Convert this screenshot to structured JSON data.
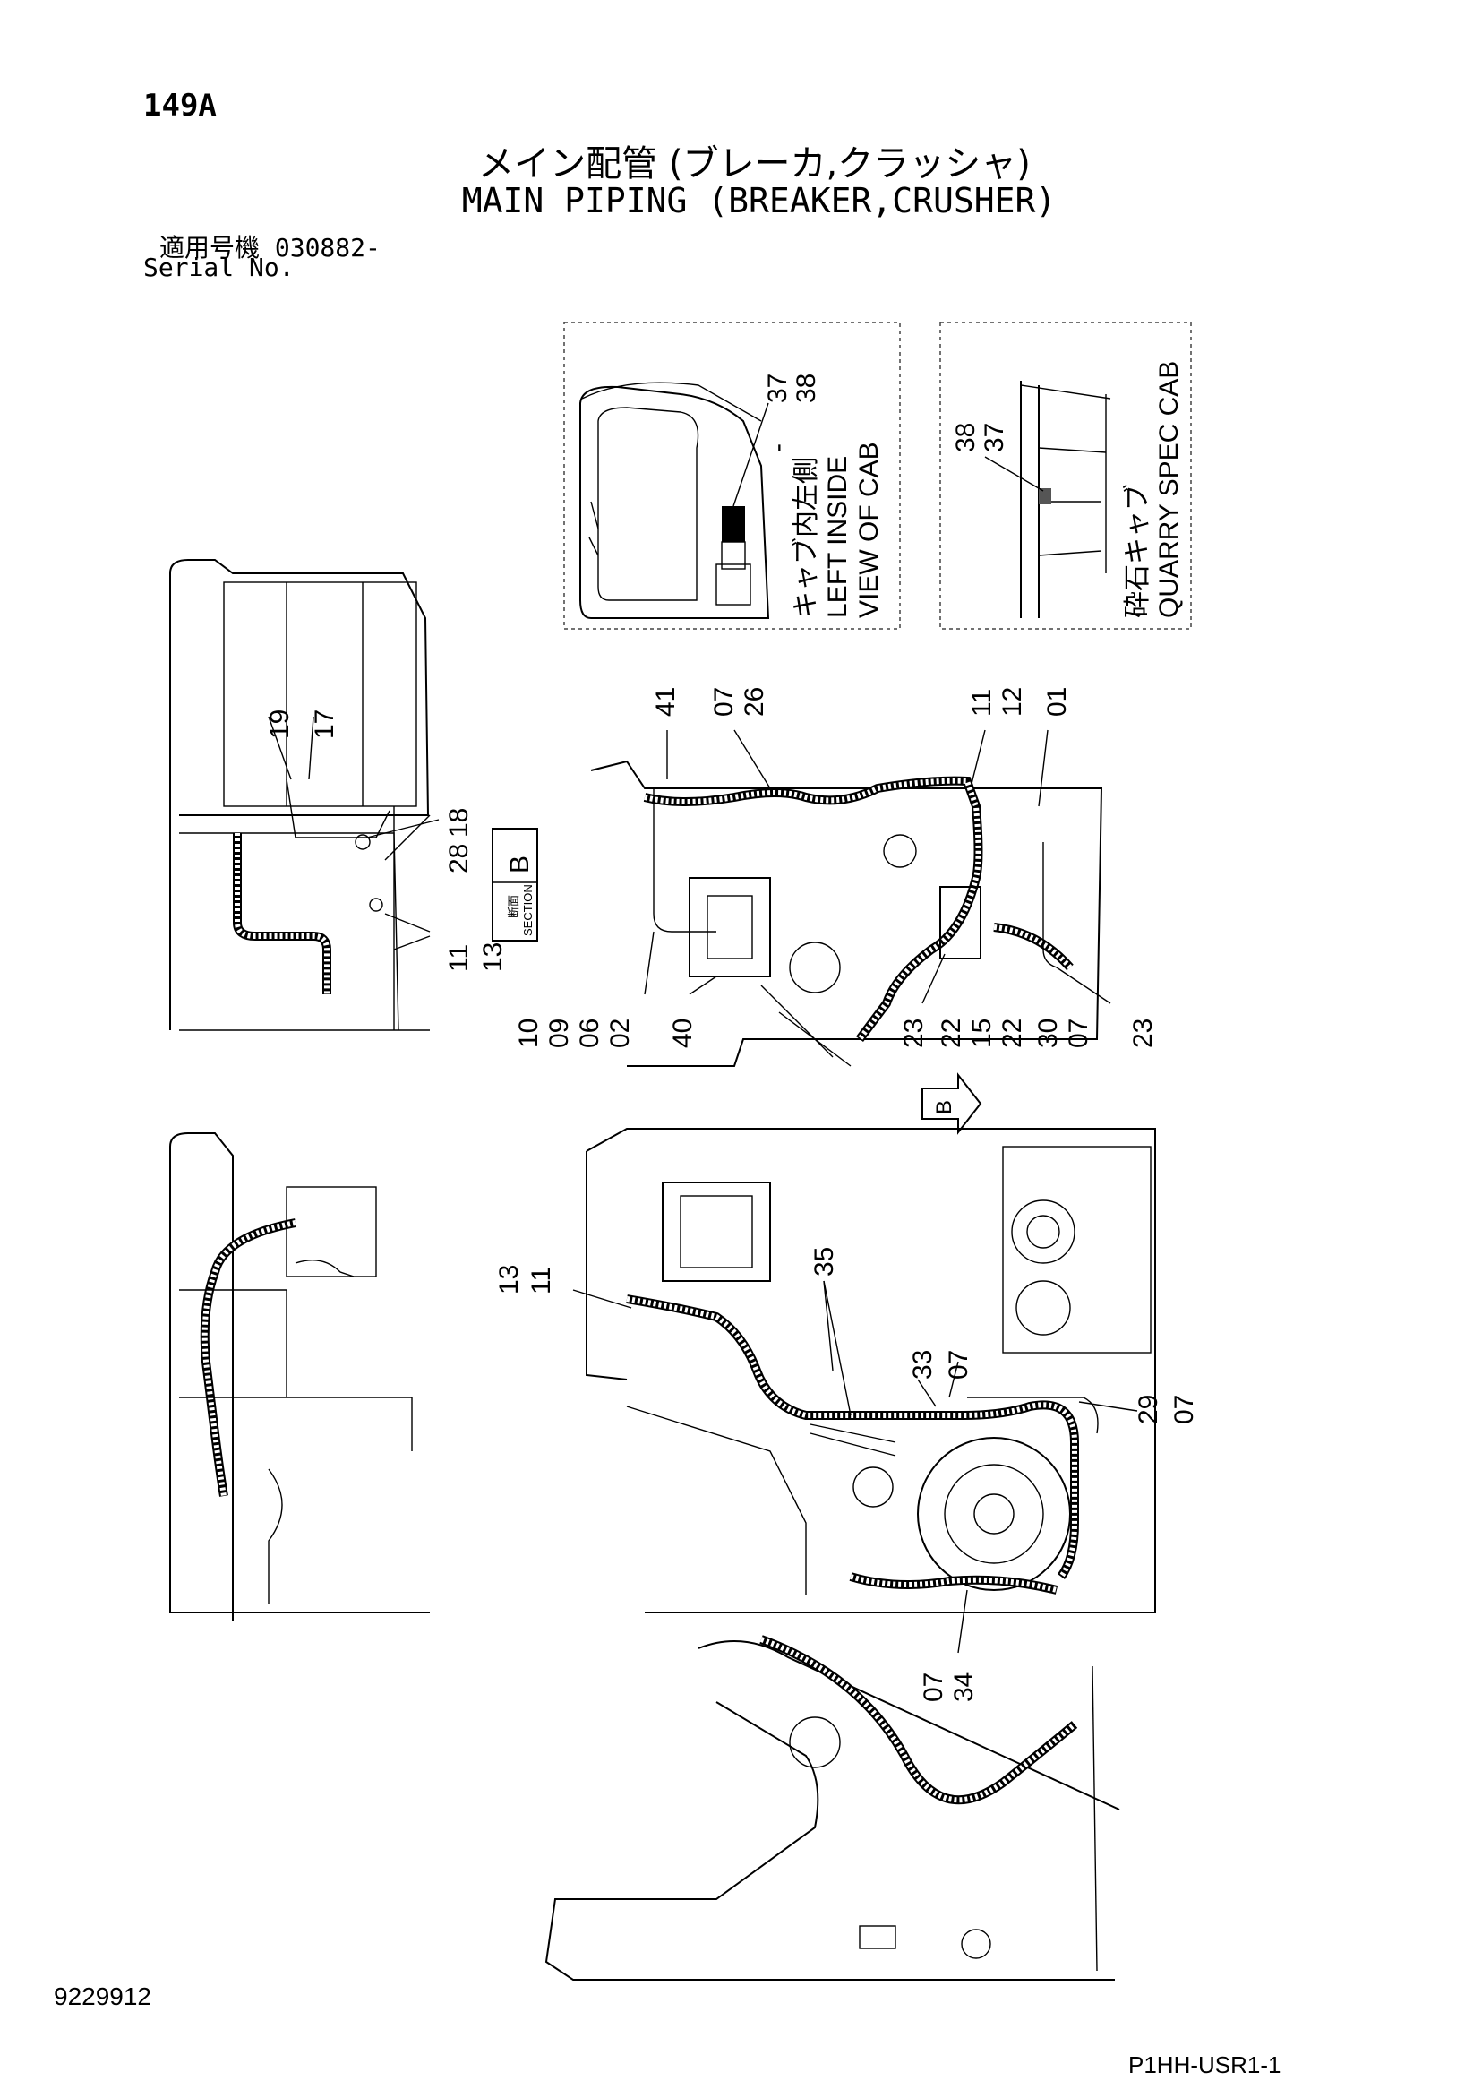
{
  "page": {
    "number": "149A",
    "title_jp": "メイン配管 (ブレーカ,クラッシャ)",
    "title_en": "MAIN PIPING (BREAKER,CRUSHER)",
    "serial_label_jp": "適用号機  030882-",
    "serial_label_en": "Serial No.",
    "doc_number": "9229912",
    "model_code": "P1HH-USR1-1"
  },
  "insets": {
    "left_inside_cab": {
      "label_jp": "キャブ内左側",
      "label_en_1": "LEFT INSIDE",
      "label_en_2": "VIEW OF CAB",
      "callout_top": "37",
      "callout_bottom": "38"
    },
    "quarry_spec_cab": {
      "label_jp": "砕石キャブ",
      "label_en": "QUARRY SPEC CAB",
      "callout_top": "38",
      "callout_bottom": "37"
    }
  },
  "section_box": {
    "label_jp": "断面",
    "label_en": "SECTION",
    "letter": "B"
  },
  "view_arrow": {
    "letter": "B"
  },
  "callouts": {
    "left_top": [
      "19",
      "17",
      "28",
      "18",
      "11",
      "13"
    ],
    "mid_top": [
      "41",
      "07",
      "26",
      "11",
      "12",
      "01"
    ],
    "mid_bottom": [
      "10",
      "09",
      "06",
      "02",
      "40",
      "23",
      "22",
      "15",
      "22",
      "30",
      "07",
      "23"
    ],
    "main_view": [
      "13",
      "11",
      "35",
      "33",
      "07",
      "29",
      "07",
      "07",
      "34"
    ]
  }
}
